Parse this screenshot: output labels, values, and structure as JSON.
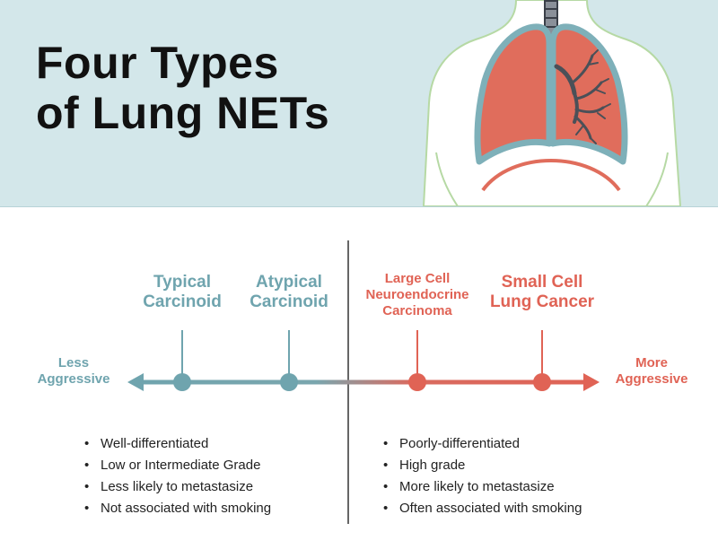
{
  "title": {
    "line1": "Four Types",
    "line2": "of Lung NETs"
  },
  "colors": {
    "header_bg": "#d3e7ea",
    "teal": "#6fa4ae",
    "coral": "#e06355",
    "lung": "#e06d5c"
  },
  "icons": [
    "lungs-illustration-icon",
    "bronchial-tree-icon",
    "arrow-left-icon",
    "arrow-right-icon"
  ],
  "axis": {
    "left_label": {
      "line1": "Less",
      "line2": "Aggressive"
    },
    "right_label": {
      "line1": "More",
      "line2": "Aggressive"
    }
  },
  "types": [
    {
      "line1": "Typical",
      "line2": "Carcinoid",
      "line3": ""
    },
    {
      "line1": "Atypical",
      "line2": "Carcinoid",
      "line3": ""
    },
    {
      "line1": "Large Cell",
      "line2": "Neuroendocrine",
      "line3": "Carcinoma"
    },
    {
      "line1": "Small Cell",
      "line2": "Lung Cancer",
      "line3": ""
    }
  ],
  "left_list": [
    "Well-differentiated",
    "Low or Intermediate Grade",
    "Less likely to metastasize",
    "Not associated with smoking"
  ],
  "right_list": [
    "Poorly-differentiated",
    "High grade",
    "More likely to metastasize",
    "Often associated with smoking"
  ]
}
